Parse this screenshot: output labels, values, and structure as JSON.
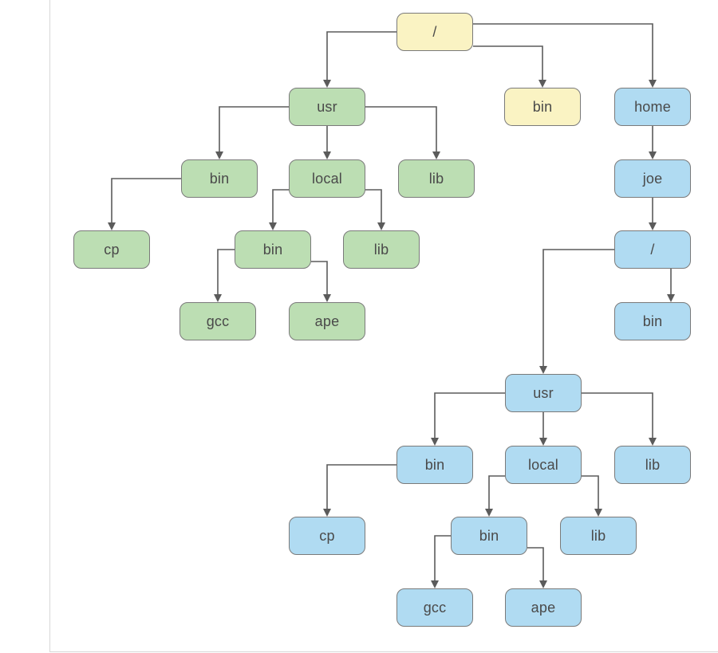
{
  "diagram": {
    "title": "filesystem-tree-diagram",
    "colors": {
      "yellow": "#faf3c3",
      "green": "#bcdeb3",
      "blue": "#b0dbf2",
      "node_border": "#7a7a7a",
      "edge": "#5b5b5b",
      "text": "#4a4a4a",
      "frame": "#d8d8d8"
    },
    "nodes": [
      {
        "id": "root",
        "label": "/",
        "color": "yellow"
      },
      {
        "id": "usr_g",
        "label": "usr",
        "color": "green"
      },
      {
        "id": "bin_top",
        "label": "bin",
        "color": "yellow"
      },
      {
        "id": "home",
        "label": "home",
        "color": "blue"
      },
      {
        "id": "bin_g_usr",
        "label": "bin",
        "color": "green"
      },
      {
        "id": "local_g",
        "label": "local",
        "color": "green"
      },
      {
        "id": "lib_g_usr",
        "label": "lib",
        "color": "green"
      },
      {
        "id": "joe",
        "label": "joe",
        "color": "blue"
      },
      {
        "id": "cp_g",
        "label": "cp",
        "color": "green"
      },
      {
        "id": "bin_g_local",
        "label": "bin",
        "color": "green"
      },
      {
        "id": "lib_g_local",
        "label": "lib",
        "color": "green"
      },
      {
        "id": "slash_joe",
        "label": "/",
        "color": "blue"
      },
      {
        "id": "gcc_g",
        "label": "gcc",
        "color": "green"
      },
      {
        "id": "ape_g",
        "label": "ape",
        "color": "green"
      },
      {
        "id": "bin_joe",
        "label": "bin",
        "color": "blue"
      },
      {
        "id": "usr_b",
        "label": "usr",
        "color": "blue"
      },
      {
        "id": "bin_b_usr",
        "label": "bin",
        "color": "blue"
      },
      {
        "id": "local_b",
        "label": "local",
        "color": "blue"
      },
      {
        "id": "lib_b_usr",
        "label": "lib",
        "color": "blue"
      },
      {
        "id": "cp_b",
        "label": "cp",
        "color": "blue"
      },
      {
        "id": "bin_b_local",
        "label": "bin",
        "color": "blue"
      },
      {
        "id": "lib_b_local",
        "label": "lib",
        "color": "blue"
      },
      {
        "id": "gcc_b",
        "label": "gcc",
        "color": "blue"
      },
      {
        "id": "ape_b",
        "label": "ape",
        "color": "blue"
      }
    ],
    "edges": [
      {
        "from": "root",
        "to": "usr_g"
      },
      {
        "from": "root",
        "to": "bin_top"
      },
      {
        "from": "root",
        "to": "home"
      },
      {
        "from": "usr_g",
        "to": "bin_g_usr"
      },
      {
        "from": "usr_g",
        "to": "local_g"
      },
      {
        "from": "usr_g",
        "to": "lib_g_usr"
      },
      {
        "from": "bin_g_usr",
        "to": "cp_g"
      },
      {
        "from": "local_g",
        "to": "bin_g_local"
      },
      {
        "from": "local_g",
        "to": "lib_g_local"
      },
      {
        "from": "bin_g_local",
        "to": "gcc_g"
      },
      {
        "from": "bin_g_local",
        "to": "ape_g"
      },
      {
        "from": "home",
        "to": "joe"
      },
      {
        "from": "joe",
        "to": "slash_joe"
      },
      {
        "from": "slash_joe",
        "to": "bin_joe"
      },
      {
        "from": "slash_joe",
        "to": "usr_b"
      },
      {
        "from": "usr_b",
        "to": "bin_b_usr"
      },
      {
        "from": "usr_b",
        "to": "local_b"
      },
      {
        "from": "usr_b",
        "to": "lib_b_usr"
      },
      {
        "from": "bin_b_usr",
        "to": "cp_b"
      },
      {
        "from": "local_b",
        "to": "bin_b_local"
      },
      {
        "from": "local_b",
        "to": "lib_b_local"
      },
      {
        "from": "bin_b_local",
        "to": "gcc_b"
      },
      {
        "from": "bin_b_local",
        "to": "ape_b"
      }
    ]
  }
}
